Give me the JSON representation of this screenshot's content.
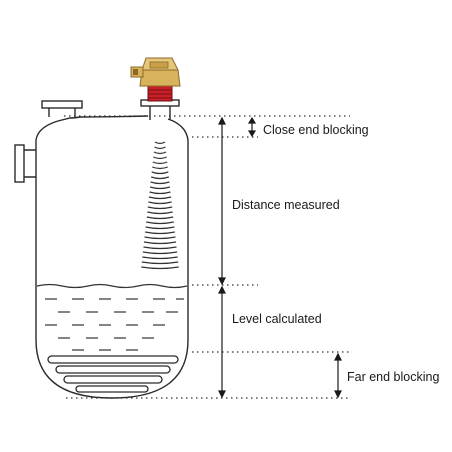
{
  "labels": {
    "close_end": "Close end blocking",
    "distance": "Distance measured",
    "level": "Level calculated",
    "far_end": "Far end blocking"
  },
  "icons": {
    "sensor": "ultrasonic-level-sensor-icon"
  },
  "colors": {
    "outline": "#2a2a2a",
    "sensor_body": "#d9b25c",
    "sensor_dark": "#8a6a2a",
    "sensor_thread": "#c8202a",
    "liquid_line": "#333333",
    "dotted_line": "#333333"
  }
}
